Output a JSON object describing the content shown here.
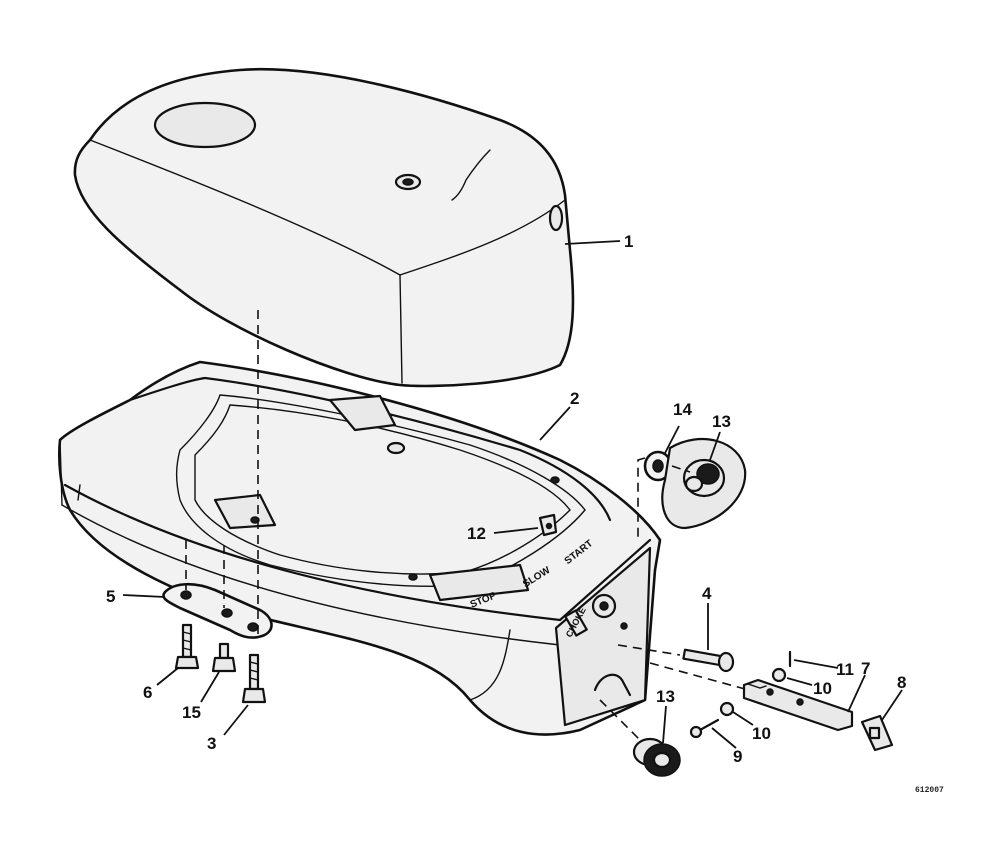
{
  "callouts": [
    "1",
    "2",
    "3",
    "4",
    "5",
    "6",
    "7",
    "8",
    "9",
    "10",
    "10",
    "11",
    "12",
    "13",
    "13",
    "14",
    "15"
  ],
  "decals": {
    "stop": "STOP",
    "slow": "SLOW",
    "start": "START",
    "choke": "CHOKE"
  },
  "figure_ref": "612007"
}
